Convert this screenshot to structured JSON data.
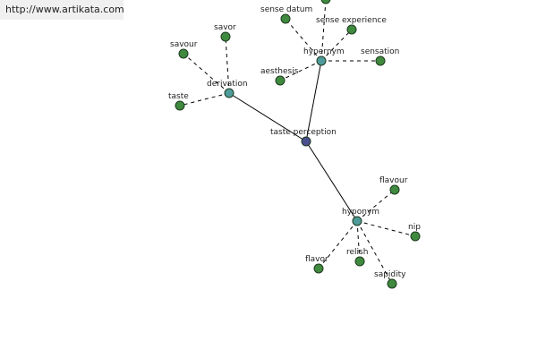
{
  "url": "http://www.artikata.com",
  "colors": {
    "root": "#4a4f8f",
    "hub": "#4f9a9a",
    "leaf": "#3f8a3f"
  },
  "nodes": {
    "root": "taste perception",
    "derivation": "derivation",
    "hypernym": "hypernym",
    "hyponym": "hyponym",
    "savour": "savour",
    "savor": "savor",
    "taste": "taste",
    "sense_datum": "sense datum",
    "sense_experience": "sense experience",
    "sensation": "sensation",
    "aesthesis": "aesthesis",
    "flavour": "flavour",
    "nip": "nip",
    "relish": "relish",
    "flavor": "flavor",
    "sapidity": "sapidity"
  }
}
